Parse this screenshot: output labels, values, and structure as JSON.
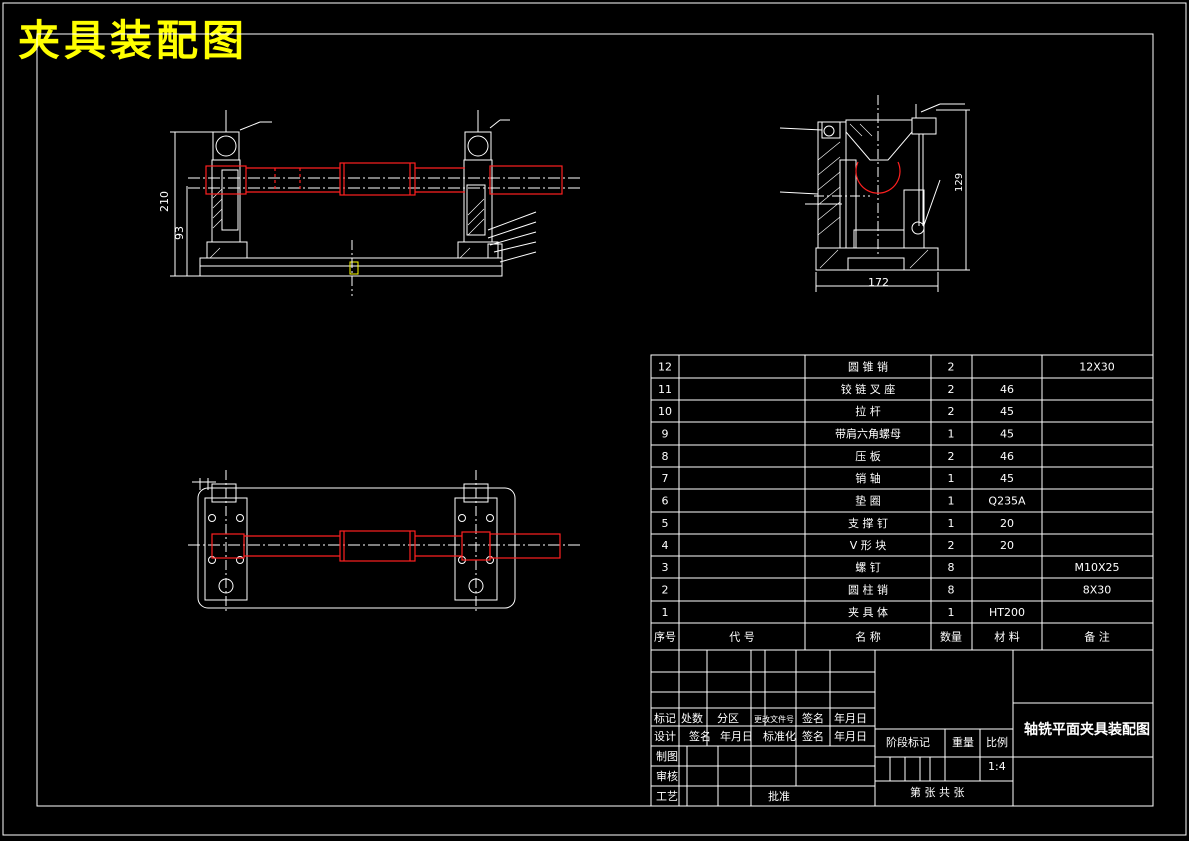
{
  "title": "夹具装配图",
  "dims": {
    "front_height_total": "210",
    "front_height_axis": "93",
    "side_width": "172",
    "side_height": "129"
  },
  "bom": {
    "rows": [
      {
        "no": "12",
        "code": "",
        "name": "圆 锥 销",
        "qty": "2",
        "material": "",
        "note": "12X30"
      },
      {
        "no": "11",
        "code": "",
        "name": "铰 链 叉 座",
        "qty": "2",
        "material": "46",
        "note": ""
      },
      {
        "no": "10",
        "code": "",
        "name": "拉  杆",
        "qty": "2",
        "material": "45",
        "note": ""
      },
      {
        "no": "9",
        "code": "",
        "name": "带肩六角螺母",
        "qty": "1",
        "material": "45",
        "note": ""
      },
      {
        "no": "8",
        "code": "",
        "name": "压  板",
        "qty": "2",
        "material": "46",
        "note": ""
      },
      {
        "no": "7",
        "code": "",
        "name": "销  轴",
        "qty": "1",
        "material": "45",
        "note": ""
      },
      {
        "no": "6",
        "code": "",
        "name": "垫  圈",
        "qty": "1",
        "material": "Q235A",
        "note": ""
      },
      {
        "no": "5",
        "code": "",
        "name": "支 撑 钉",
        "qty": "1",
        "material": "20",
        "note": ""
      },
      {
        "no": "4",
        "code": "",
        "name": "V 形 块",
        "qty": "2",
        "material": "20",
        "note": ""
      },
      {
        "no": "3",
        "code": "",
        "name": "螺  钉",
        "qty": "8",
        "material": "",
        "note": "M10X25"
      },
      {
        "no": "2",
        "code": "",
        "name": "圆 柱 销",
        "qty": "8",
        "material": "",
        "note": "8X30"
      },
      {
        "no": "1",
        "code": "",
        "name": "夹 具 体",
        "qty": "1",
        "material": "HT200",
        "note": ""
      }
    ],
    "header": {
      "no": "序号",
      "code": "代    号",
      "name": "名    称",
      "qty": "数量",
      "material": "材  料",
      "note": "备  注"
    }
  },
  "title_block": {
    "mark": "标记",
    "count": "处数",
    "zone": "分区",
    "change_doc": "更改文件号",
    "sign": "签名",
    "date": "年月日",
    "design": "设计",
    "sign2": "签名",
    "date2": "年月日",
    "standard": "标准化",
    "sign3": "签名",
    "date3": "年月日",
    "draw": "制图",
    "check": "审核",
    "process": "工艺",
    "approve": "批准",
    "stage_mark": "阶段标记",
    "weight": "重量",
    "scale_label": "比例",
    "scale_value": "1:4",
    "sheets": "第 张  共 张",
    "drawing_name": "轴铣平面夹具装配图"
  }
}
